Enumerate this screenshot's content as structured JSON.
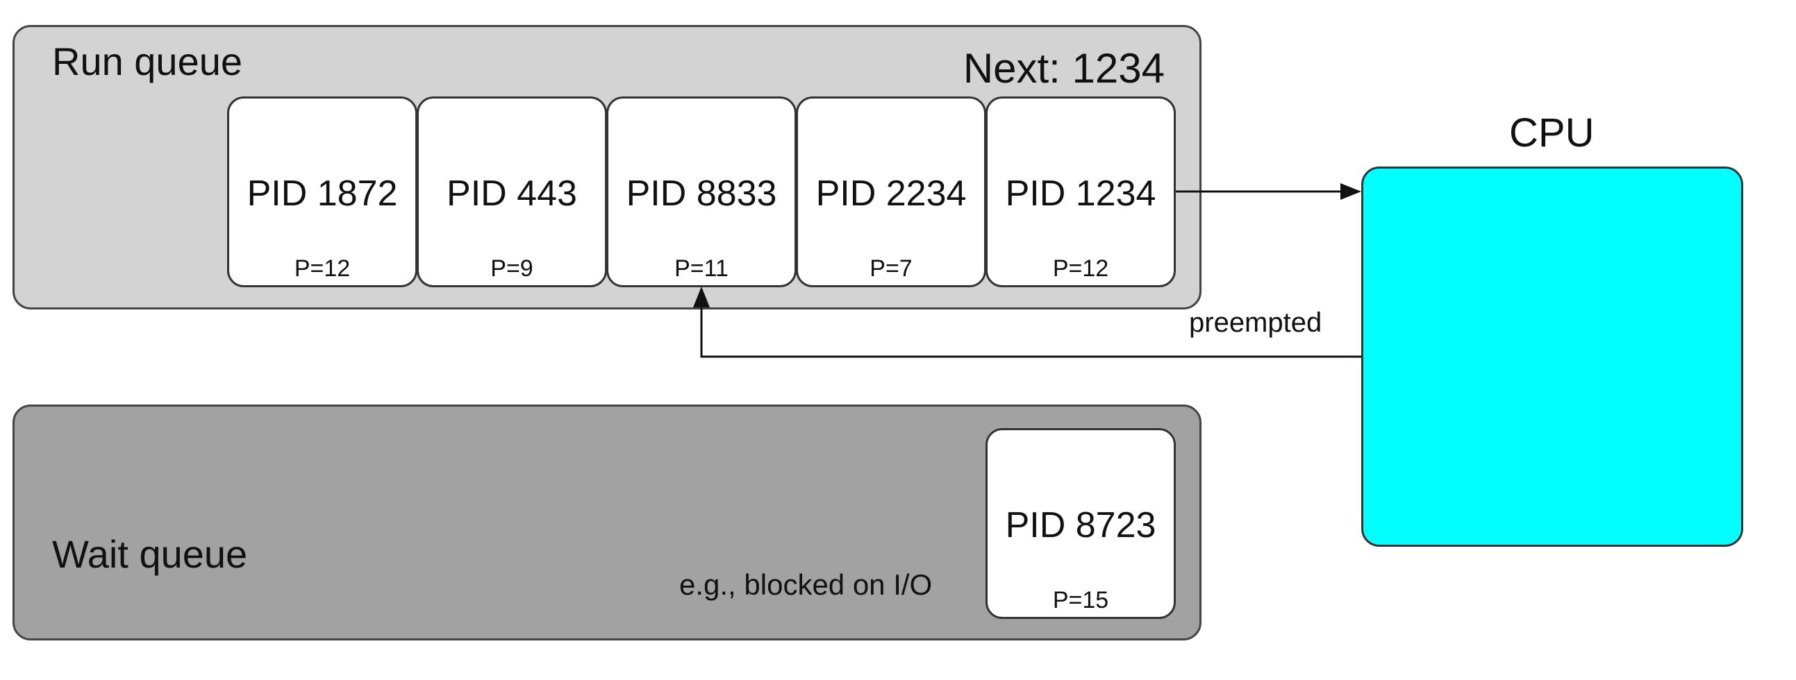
{
  "run_queue": {
    "title": "Run queue",
    "next_label": "Next: 1234",
    "processes": [
      {
        "pid": "PID 1872",
        "priority": "P=12"
      },
      {
        "pid": "PID 443",
        "priority": "P=9"
      },
      {
        "pid": "PID 8833",
        "priority": "P=11"
      },
      {
        "pid": "PID 2234",
        "priority": "P=7"
      },
      {
        "pid": "PID 1234",
        "priority": "P=12"
      }
    ]
  },
  "wait_queue": {
    "title": "Wait queue",
    "note": "e.g., blocked on I/O",
    "processes": [
      {
        "pid": "PID 8723",
        "priority": "P=15"
      }
    ]
  },
  "cpu": {
    "label": "CPU",
    "color": "#00ffff"
  },
  "edges": {
    "preempted_label": "preempted"
  }
}
